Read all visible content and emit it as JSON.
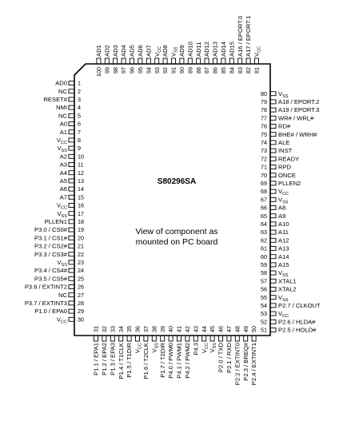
{
  "chip": {
    "part_number": "S80296SA",
    "description_line1": "View of component as",
    "description_line2": "mounted on PC board"
  },
  "pins_left": [
    {
      "num": "1",
      "name": "AD0"
    },
    {
      "num": "2",
      "name": "NC"
    },
    {
      "num": "3",
      "name": "RESET#"
    },
    {
      "num": "4",
      "name": "NMI"
    },
    {
      "num": "5",
      "name": "NC"
    },
    {
      "num": "6",
      "name": "A0"
    },
    {
      "num": "7",
      "name": "A1"
    },
    {
      "num": "8",
      "name": "VCC"
    },
    {
      "num": "9",
      "name": "VSS"
    },
    {
      "num": "10",
      "name": "A2"
    },
    {
      "num": "11",
      "name": "A3"
    },
    {
      "num": "12",
      "name": "A4"
    },
    {
      "num": "13",
      "name": "A5"
    },
    {
      "num": "14",
      "name": "A6"
    },
    {
      "num": "15",
      "name": "A7"
    },
    {
      "num": "16",
      "name": "VCC"
    },
    {
      "num": "17",
      "name": "VSS"
    },
    {
      "num": "18",
      "name": "PLLEN1"
    },
    {
      "num": "19",
      "name": "P3.0 / CS0#"
    },
    {
      "num": "20",
      "name": "P3.1 / CS1#"
    },
    {
      "num": "21",
      "name": "P3.2 / CS2#"
    },
    {
      "num": "22",
      "name": "P3.3 / CS3#"
    },
    {
      "num": "23",
      "name": "VSS"
    },
    {
      "num": "24",
      "name": "P3.4 / CS4#"
    },
    {
      "num": "25",
      "name": "P3.5 / CS5#"
    },
    {
      "num": "26",
      "name": "P3.6 / EXTINT2"
    },
    {
      "num": "27",
      "name": "NC"
    },
    {
      "num": "28",
      "name": "P3.7 / EXTINT3"
    },
    {
      "num": "29",
      "name": "P1.0 / EPA0"
    },
    {
      "num": "30",
      "name": "VCC"
    }
  ],
  "pins_bottom": [
    {
      "num": "31",
      "name": "P1.1 / EPA1"
    },
    {
      "num": "32",
      "name": "P1.2 / EPA2"
    },
    {
      "num": "33",
      "name": "P1.3 / EPA3"
    },
    {
      "num": "34",
      "name": "P1.4 / T1CLK"
    },
    {
      "num": "35",
      "name": "P1.5 / T1DIR"
    },
    {
      "num": "36",
      "name": "VCC"
    },
    {
      "num": "37",
      "name": "P1.6 / T2CLK"
    },
    {
      "num": "38",
      "name": "VSS"
    },
    {
      "num": "39",
      "name": "P1.7 / T2DIR"
    },
    {
      "num": "40",
      "name": "P4.0 / PWM0"
    },
    {
      "num": "41",
      "name": "P4.1 / PWM1"
    },
    {
      "num": "42",
      "name": "P4.2 / PWM2"
    },
    {
      "num": "43",
      "name": "P4.3"
    },
    {
      "num": "44",
      "name": "VCC"
    },
    {
      "num": "45",
      "name": "VSS"
    },
    {
      "num": "46",
      "name": "P2.0 / TXD"
    },
    {
      "num": "47",
      "name": "P2.1 / RXD"
    },
    {
      "num": "48",
      "name": "P2.2 / EXTINT0"
    },
    {
      "num": "49",
      "name": "P2.3 / BREQ#"
    },
    {
      "num": "50",
      "name": "P2.4 / EXTINT1"
    }
  ],
  "pins_right": [
    {
      "num": "51",
      "name": "P2.5 / HOLD#"
    },
    {
      "num": "52",
      "name": "P2.6 / HLDA#"
    },
    {
      "num": "53",
      "name": "VCC"
    },
    {
      "num": "54",
      "name": "P2.7 / CLKOUT"
    },
    {
      "num": "55",
      "name": "VSS"
    },
    {
      "num": "56",
      "name": "XTAL2"
    },
    {
      "num": "57",
      "name": "XTAL1"
    },
    {
      "num": "58",
      "name": "VSS"
    },
    {
      "num": "59",
      "name": "A15"
    },
    {
      "num": "60",
      "name": "A14"
    },
    {
      "num": "61",
      "name": "A13"
    },
    {
      "num": "62",
      "name": "A12"
    },
    {
      "num": "63",
      "name": "A11"
    },
    {
      "num": "64",
      "name": "A10"
    },
    {
      "num": "65",
      "name": "A9"
    },
    {
      "num": "66",
      "name": "A8"
    },
    {
      "num": "67",
      "name": "VSS"
    },
    {
      "num": "68",
      "name": "VCC"
    },
    {
      "num": "69",
      "name": "PLLEN2"
    },
    {
      "num": "70",
      "name": "ONCE"
    },
    {
      "num": "71",
      "name": "RPD"
    },
    {
      "num": "72",
      "name": "READY"
    },
    {
      "num": "73",
      "name": "INST"
    },
    {
      "num": "74",
      "name": "ALE"
    },
    {
      "num": "75",
      "name": "BHE# / WRH#"
    },
    {
      "num": "76",
      "name": "RD#"
    },
    {
      "num": "77",
      "name": "WR# / WRL#"
    },
    {
      "num": "78",
      "name": "A19 / EPORT.3"
    },
    {
      "num": "79",
      "name": "A18 / EPORT.2"
    },
    {
      "num": "80",
      "name": "VSS"
    }
  ],
  "pins_top": [
    {
      "num": "81",
      "name": "VCC"
    },
    {
      "num": "82",
      "name": "A17 / EPORT.1"
    },
    {
      "num": "83",
      "name": "A16 / EPORT.0"
    },
    {
      "num": "84",
      "name": "AD15"
    },
    {
      "num": "85",
      "name": "AD14"
    },
    {
      "num": "86",
      "name": "AD13"
    },
    {
      "num": "87",
      "name": "AD12"
    },
    {
      "num": "88",
      "name": "AD11"
    },
    {
      "num": "89",
      "name": "AD10"
    },
    {
      "num": "90",
      "name": "AD9"
    },
    {
      "num": "91",
      "name": "VSS"
    },
    {
      "num": "92",
      "name": "AD8"
    },
    {
      "num": "93",
      "name": "VCC"
    },
    {
      "num": "94",
      "name": "AD7"
    },
    {
      "num": "95",
      "name": "AD6"
    },
    {
      "num": "96",
      "name": "AD5"
    },
    {
      "num": "97",
      "name": "AD4"
    },
    {
      "num": "98",
      "name": "AD3"
    },
    {
      "num": "99",
      "name": "AD2"
    },
    {
      "num": "100",
      "name": "AD1"
    }
  ]
}
